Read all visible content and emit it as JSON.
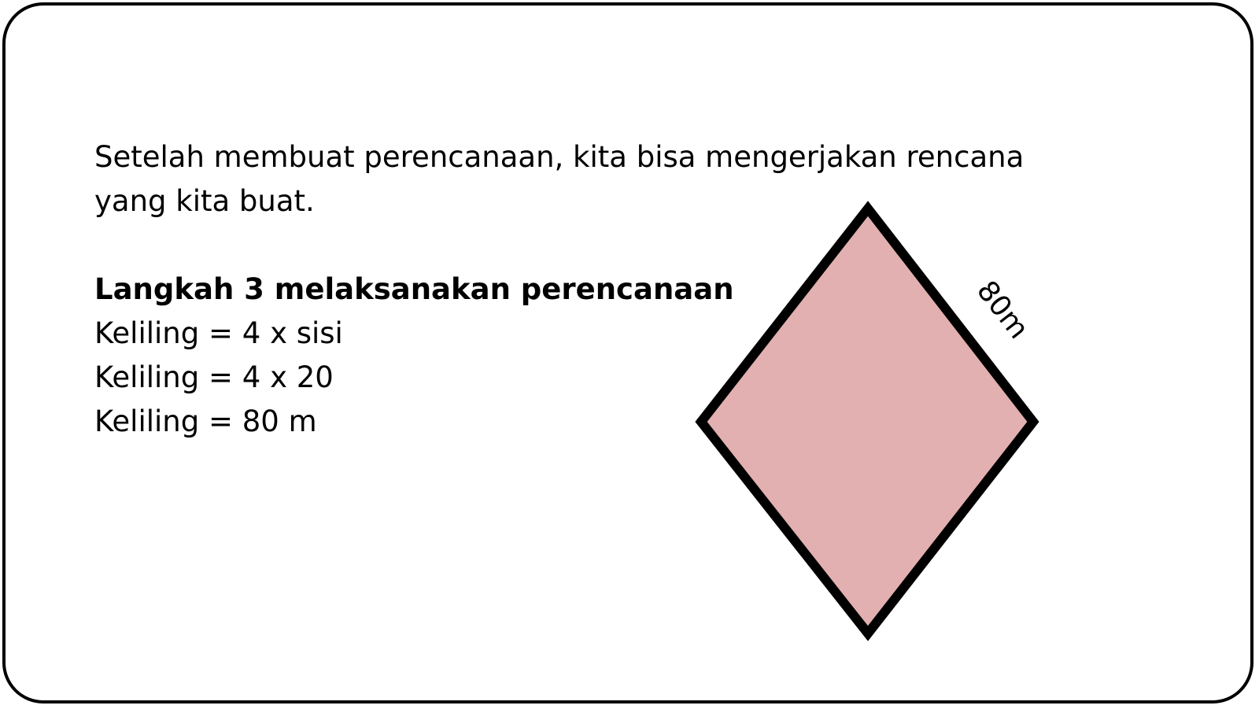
{
  "intro": {
    "line1": "Setelah membuat perencanaan, kita bisa mengerjakan rencana",
    "line2": "yang kita buat."
  },
  "step": {
    "heading": "Langkah 3 melaksanakan perencanaan",
    "lines": [
      "Keliling = 4 x sisi",
      "Keliling = 4 x 20",
      "Keliling = 80 m"
    ]
  },
  "figure": {
    "side_label": "80m",
    "fill_color": "#e2b0b0",
    "stroke_color": "#000000"
  }
}
